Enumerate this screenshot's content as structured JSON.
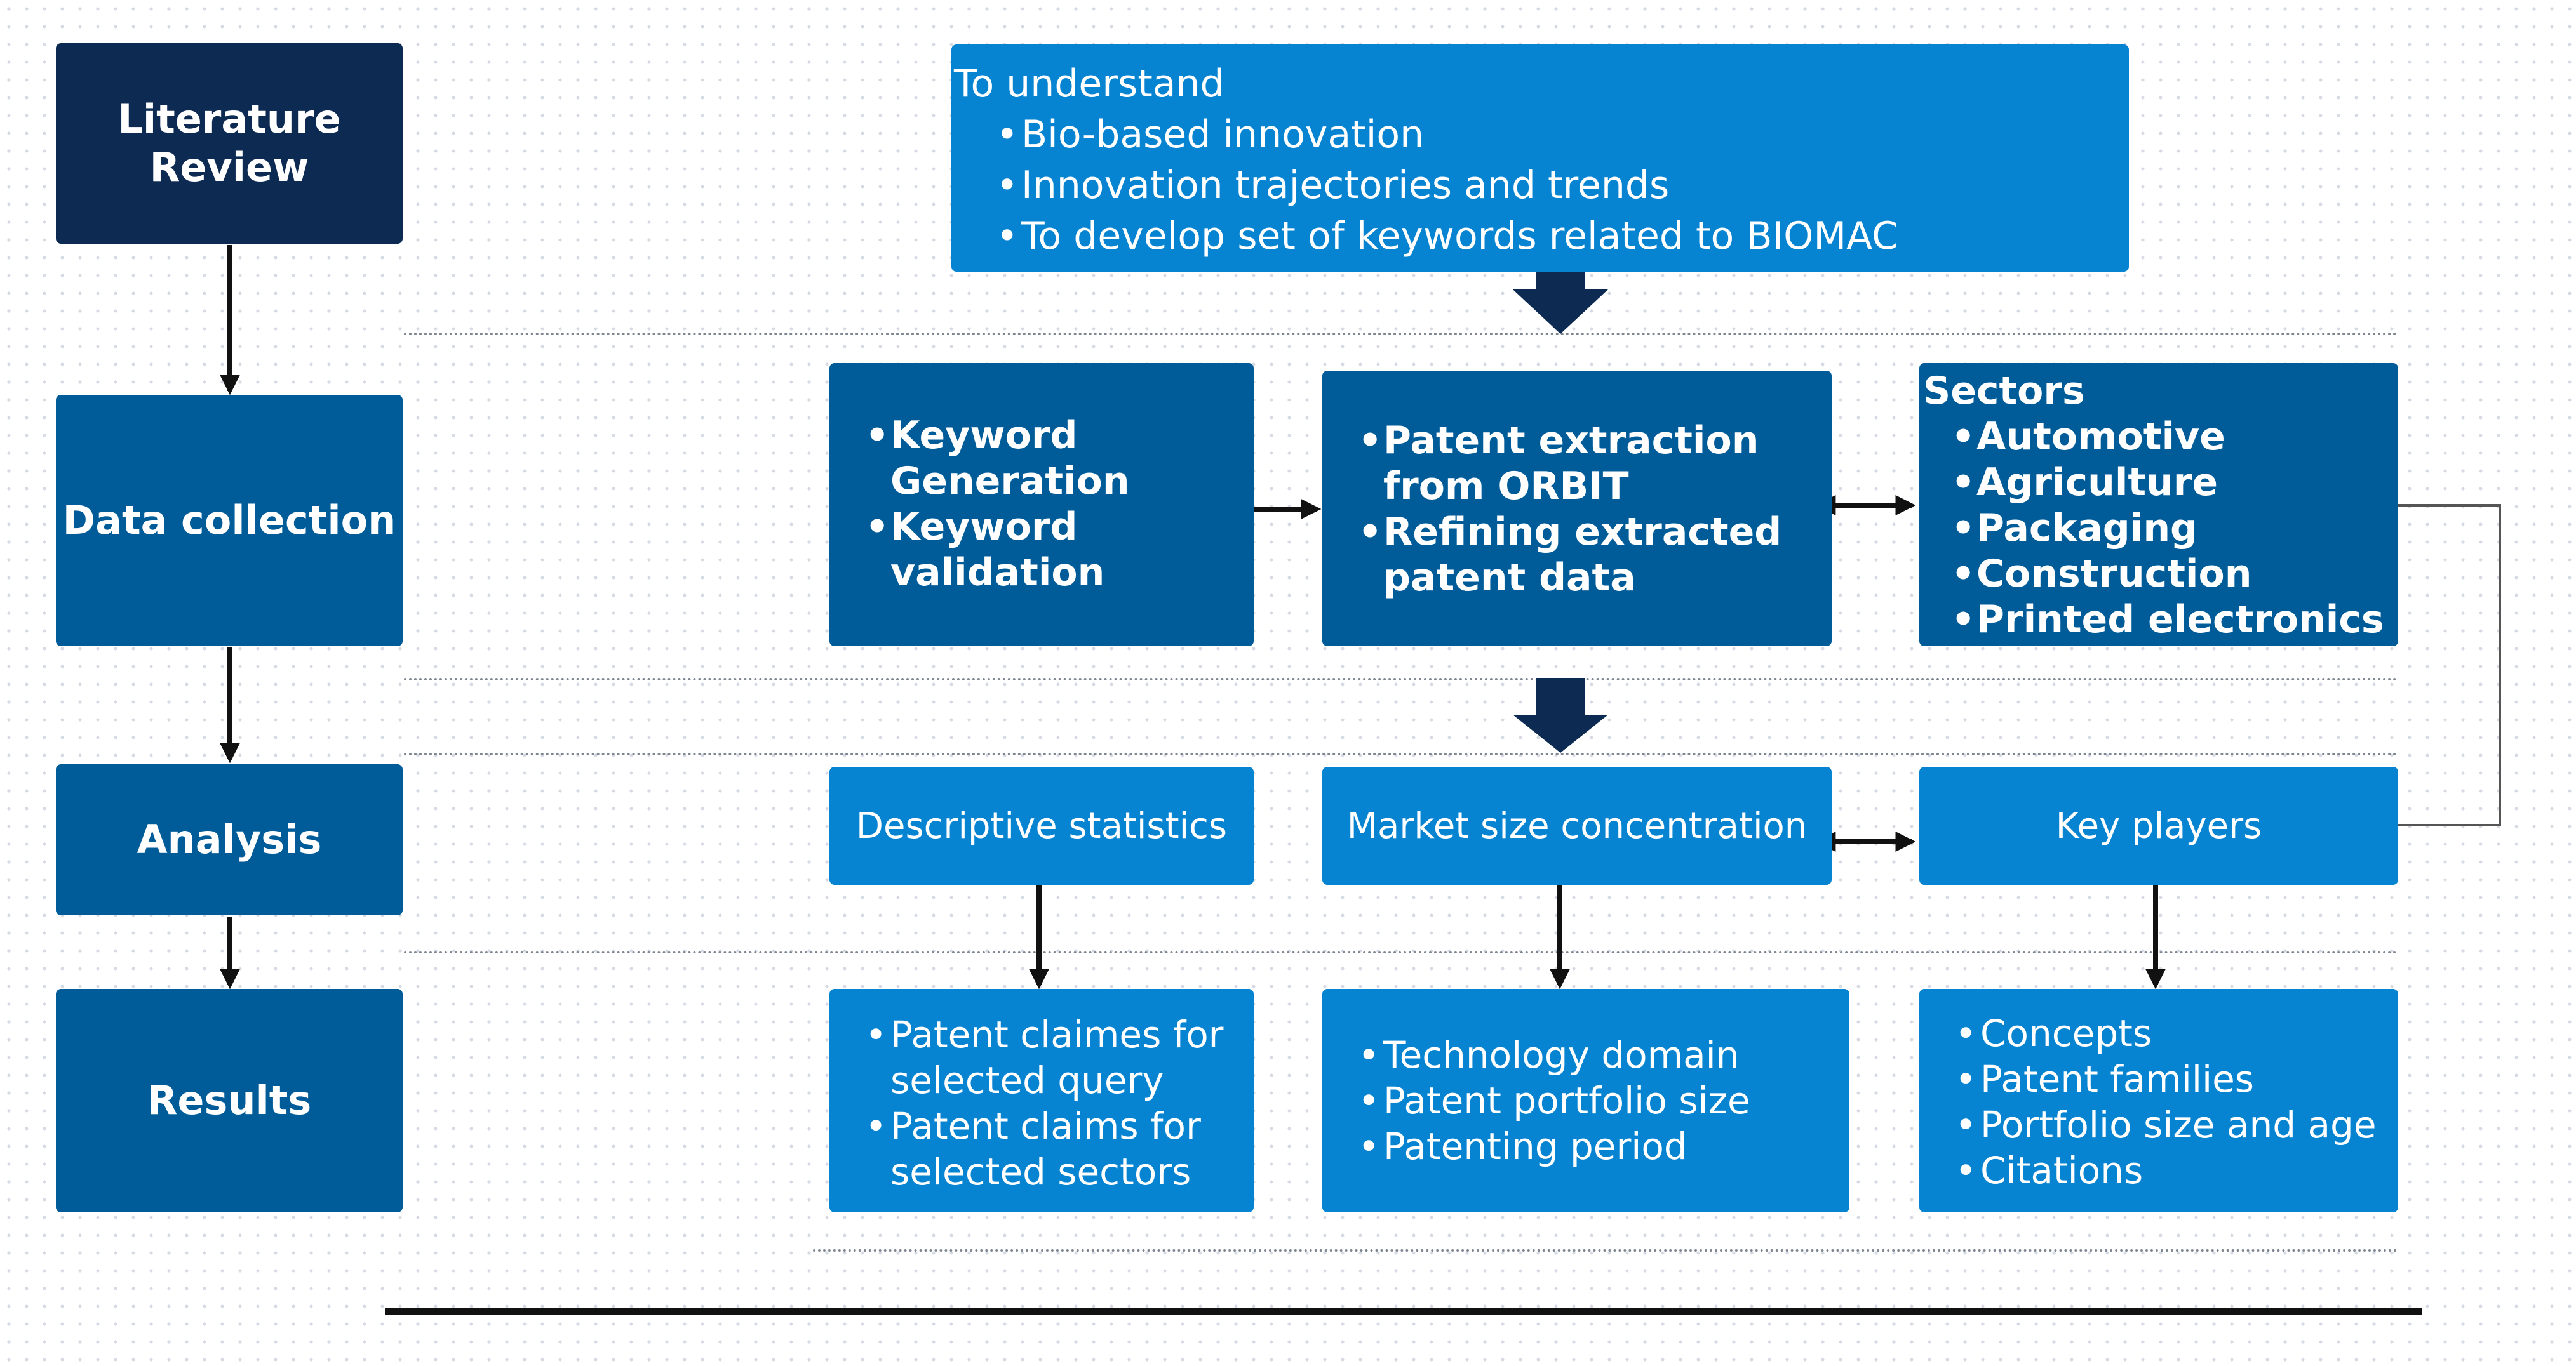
{
  "stages": {
    "literature": "Literature\nReview",
    "data_collection": "Data collection",
    "analysis": "Analysis",
    "results": "Results"
  },
  "understand": {
    "heading": "To understand",
    "items": [
      "Bio-based innovation",
      "Innovation trajectories and trends",
      "To develop set of keywords related to BIOMAC"
    ]
  },
  "collection": {
    "keywords": [
      "Keyword Generation",
      "Keyword validation"
    ],
    "patent": [
      "Patent extraction from ORBIT",
      "Refining extracted patent data"
    ],
    "sectors": {
      "heading": "Sectors",
      "items": [
        "Automotive",
        "Agriculture",
        "Packaging",
        "Construction",
        "Printed electronics"
      ]
    }
  },
  "analysis": {
    "descriptive": "Descriptive statistics",
    "market": "Market size concentration",
    "players": "Key players"
  },
  "results": {
    "claims": [
      "Patent claimes for selected query",
      "Patent claims for selected sectors"
    ],
    "technology": [
      "Technology domain",
      "Patent portfolio size",
      "Patenting period"
    ],
    "concepts": [
      "Concepts",
      "Patent families",
      "Portfolio size and age",
      "Citations"
    ]
  },
  "colors": {
    "stage_dark": "#0d2b52",
    "box_mid": "#005c99",
    "box_bright": "#0684d2",
    "arrow": "#0d2b52"
  }
}
